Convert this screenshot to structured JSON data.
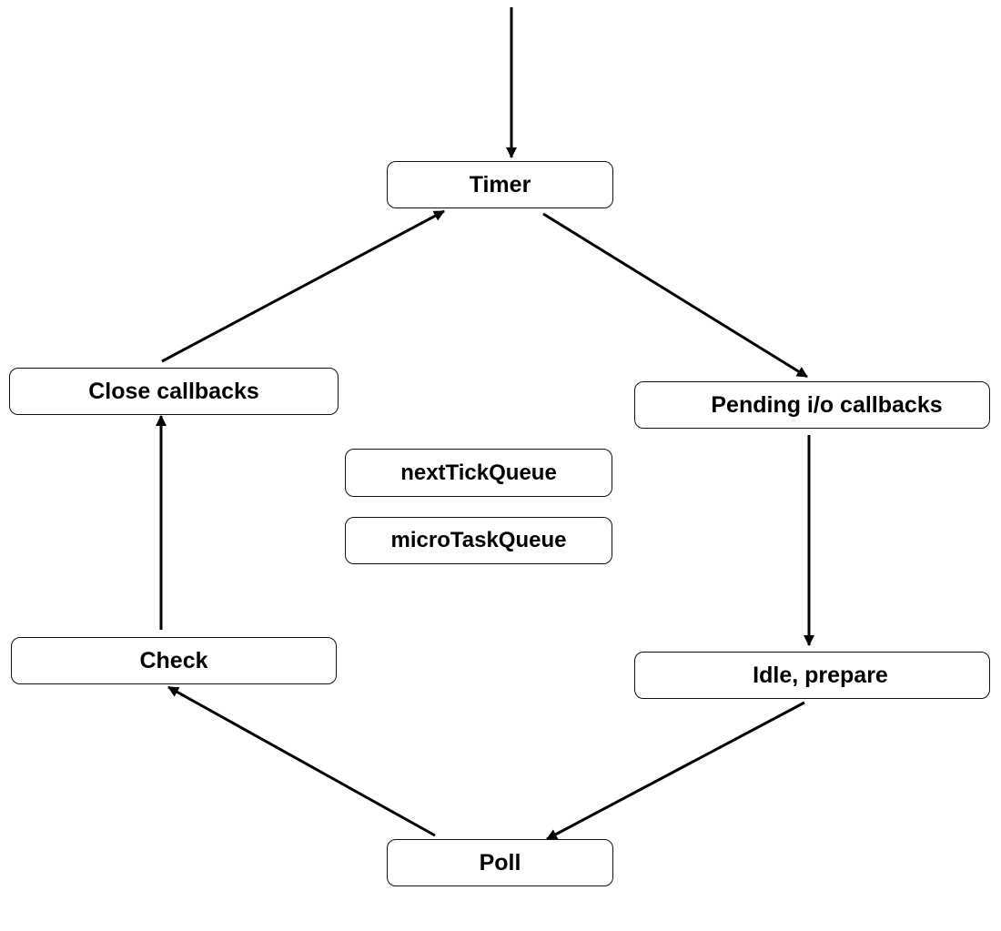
{
  "diagram": {
    "stroke_color": "#000000",
    "nodes": {
      "timer": "Timer",
      "pending": "Pending i/o callbacks",
      "idle": "Idle, prepare",
      "poll": "Poll",
      "check": "Check",
      "close": "Close callbacks",
      "next_tick": "nextTickQueue",
      "micro_task": "microTaskQueue"
    },
    "edges": [
      {
        "from": "entry",
        "to": "timer"
      },
      {
        "from": "timer",
        "to": "pending"
      },
      {
        "from": "pending",
        "to": "idle"
      },
      {
        "from": "idle",
        "to": "poll"
      },
      {
        "from": "poll",
        "to": "check"
      },
      {
        "from": "check",
        "to": "close"
      },
      {
        "from": "close",
        "to": "timer"
      }
    ]
  }
}
